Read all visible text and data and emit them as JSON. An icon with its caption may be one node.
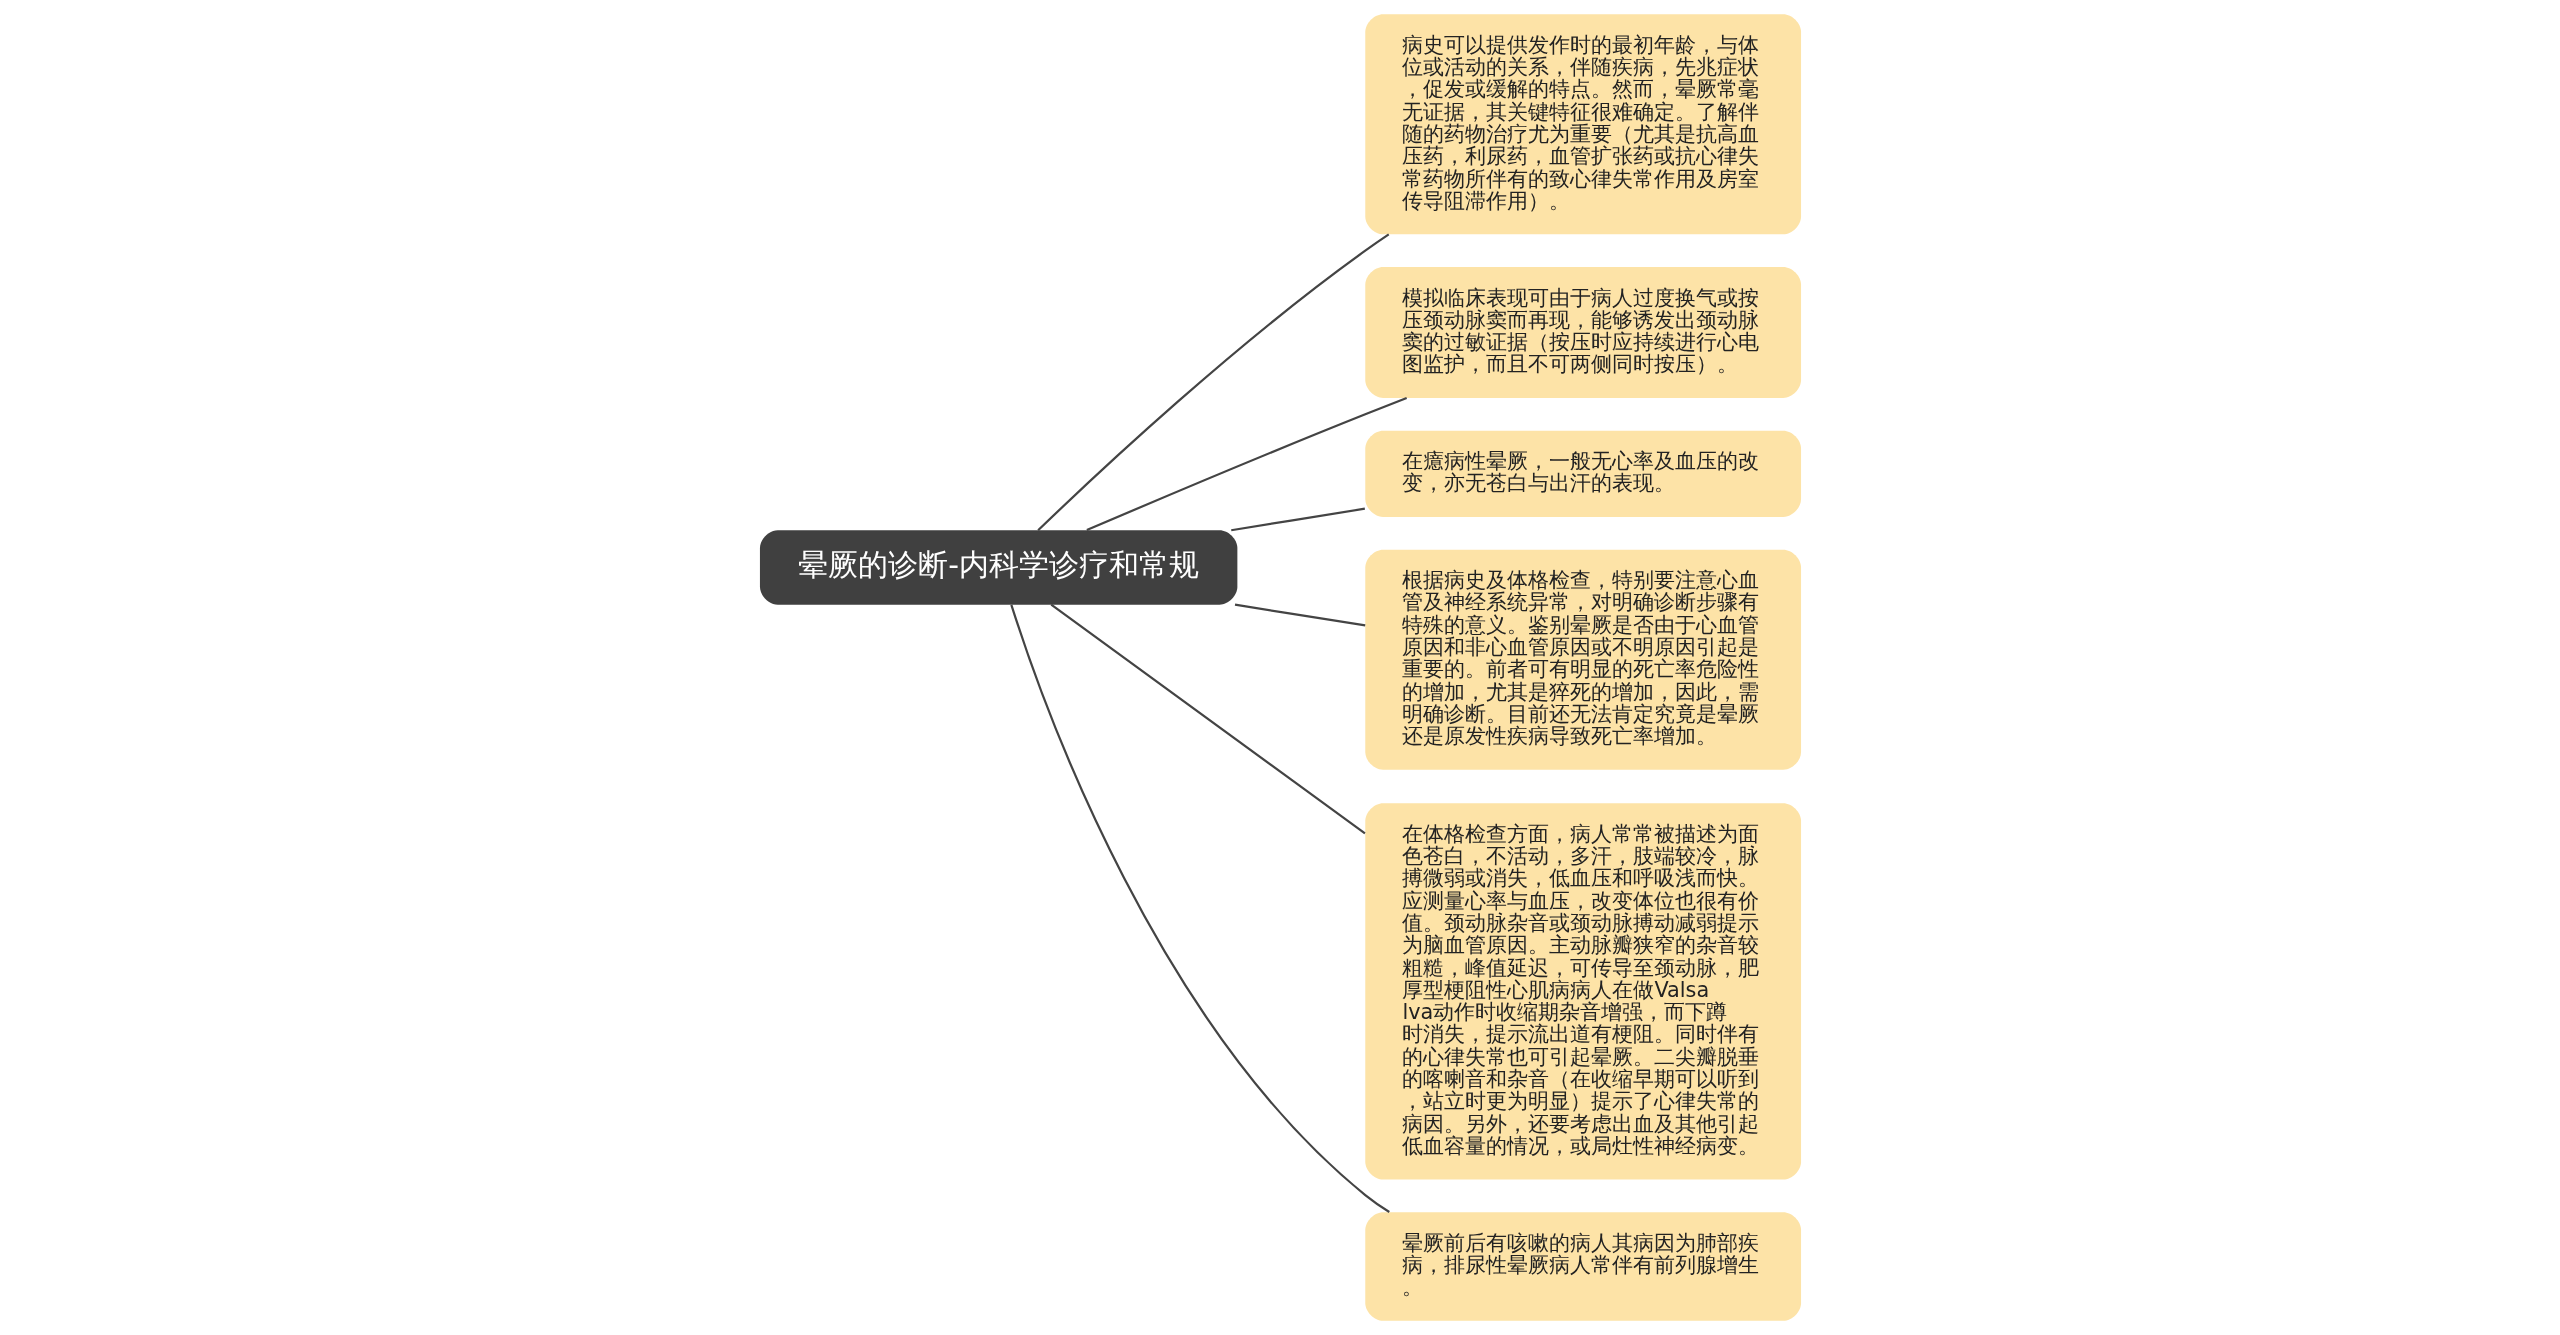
{
  "diagram": {
    "nodes": [
      {
        "text": [
          "晕厥的诊断-内科学诊疗和常规"
        ]
      },
      {
        "text": [
          "病史可以提供发作时的最初年龄，与体位或活动的关系，伴随疾病，先兆症状，促发或缓解的特点。然而，晕厥常毫无证据，其关键特征很难确定。了解伴随的药物治疗尤为重要（尤其是抗高血压药，利尿药，血管扩张药或抗心律失常药物所伴有的致心律失常作用及房室传导阻滞作用）。"
        ]
      },
      {
        "text": [
          "模拟临床表现可由于病人过度换气或按压颈动脉窦而再现，能够诱发出颈动脉窦的过敏证据（按压时应持续进行心电图监护，而且不可两侧同时按压）。"
        ]
      },
      {
        "text": [
          "在癔病性晕厥，一般无心率及血压的改变，亦无苍白与出汗的表现。"
        ]
      },
      {
        "text": [
          "根据病史及体格检查，特别要注意心血管及神经系统异常，对明确诊断步骤有特殊的意义。鉴别晕厥是否由于心血管原因和非心血管原因或不明原因引起是重要的。前者可有明显的死亡率危险性的增加，尤其是猝死的增加，因此，需明确诊断。目前还无法肯定究竟是晕厥还是原发性疾病导致死亡率增加。"
        ]
      },
      {
        "text": [
          "在体格检查方面，病人常常被描述为面色苍白，不活动，多汗，肢端较冷，脉搏微弱或消失，低血压和呼吸浅而快。应测量心率与血压，改变体位也很有价值。颈动脉杂音或颈动脉搏动减弱提示为脑血管原因。主动脉瓣狭窄的杂音较粗糙，峰值延迟，可传导至颈动脉，肥厚型梗阻性心肌病病人在做Valsalva动作时收缩期杂音增强，而下蹲时消失，提示流出道有梗阻。同时伴有的心律失常也可引起晕厥。二尖瓣脱垂的喀喇音和杂音（在收缩早期可以听到，站立时更为明显）提示了心律失常的病因。另外，还要考虑出血及其他引起低血容量的情况，或局灶性神经病变。"
        ]
      },
      {
        "text": [
          "晕厥前后有咳嗽的病人其病因为肺部疾病，排尿性晕厥病人常伴有前列腺增生。"
        ]
      }
    ],
    "edges": [
      {
        "from": 0,
        "to": 1,
        "arrow": "none"
      },
      {
        "from": 0,
        "to": 2,
        "arrow": "none"
      },
      {
        "from": 0,
        "to": 3,
        "arrow": "none"
      },
      {
        "from": 0,
        "to": 4,
        "arrow": "none"
      },
      {
        "from": 0,
        "to": 5,
        "arrow": "none"
      },
      {
        "from": 0,
        "to": 6,
        "arrow": "none"
      }
    ]
  }
}
